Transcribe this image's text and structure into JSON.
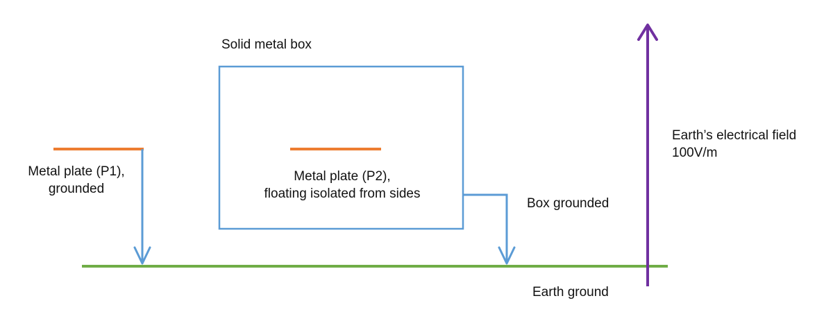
{
  "labels": {
    "box_title": "Solid metal box",
    "p1_line1": "Metal plate (P1),",
    "p1_line2": "grounded",
    "p2_line1": "Metal plate (P2),",
    "p2_line2": "floating isolated from sides",
    "box_grounded": "Box grounded",
    "field_line1": "Earth’s electrical field",
    "field_line2": "100V/m",
    "earth_ground": "Earth ground"
  },
  "colors": {
    "wire": "#5b9bd5",
    "plate": "#ed7d31",
    "ground": "#70ad47",
    "field": "#7030a0"
  }
}
